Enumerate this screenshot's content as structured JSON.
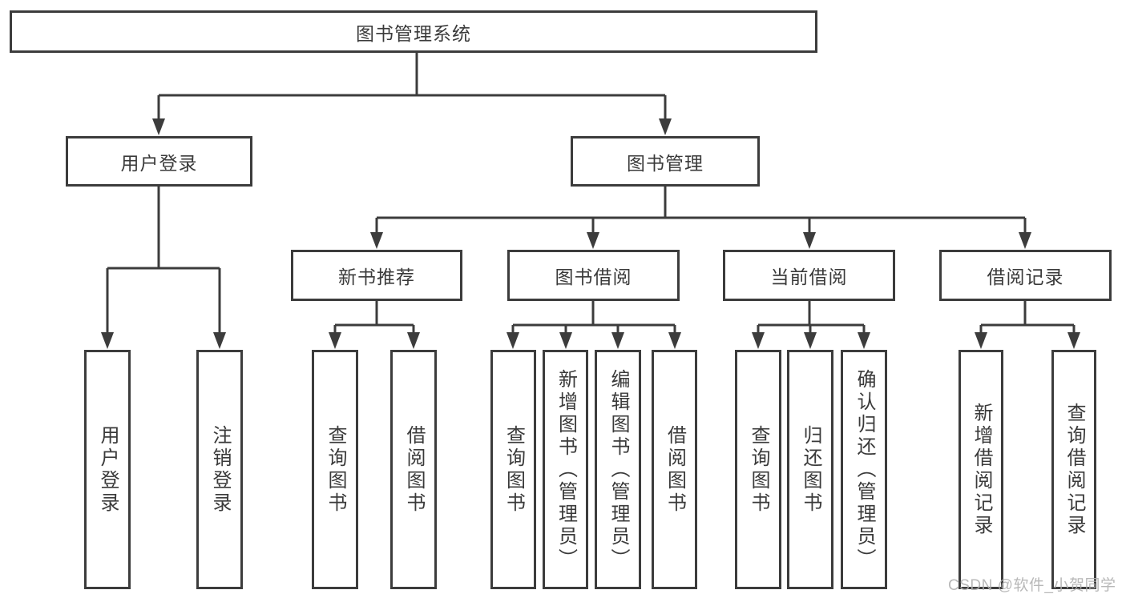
{
  "nodes": {
    "root": "图书管理系统",
    "user_login": "用户登录",
    "book_mgmt": "图书管理",
    "new_books": "新书推荐",
    "book_borrow": "图书借阅",
    "current_borrow": "当前借阅",
    "borrow_records": "借阅记录"
  },
  "leaves": {
    "user_login": [
      "用户登录",
      "注销登录"
    ],
    "new_books": [
      "查询图书",
      "借阅图书"
    ],
    "book_borrow": [
      "查询图书",
      "新增图书（管理员）",
      "编辑图书（管理员）",
      "借阅图书"
    ],
    "current_borrow": [
      "查询图书",
      "归还图书",
      "确认归还（管理员）"
    ],
    "borrow_records": [
      "新增借阅记录",
      "查询借阅记录"
    ]
  },
  "watermark": "CSDN @软件_小贺同学",
  "colors": {
    "line": "#3c3c3c",
    "text": "#3a3a3a",
    "box_fill": "#ffffff",
    "background": "#ffffff",
    "watermark": "#b1b1b1"
  }
}
